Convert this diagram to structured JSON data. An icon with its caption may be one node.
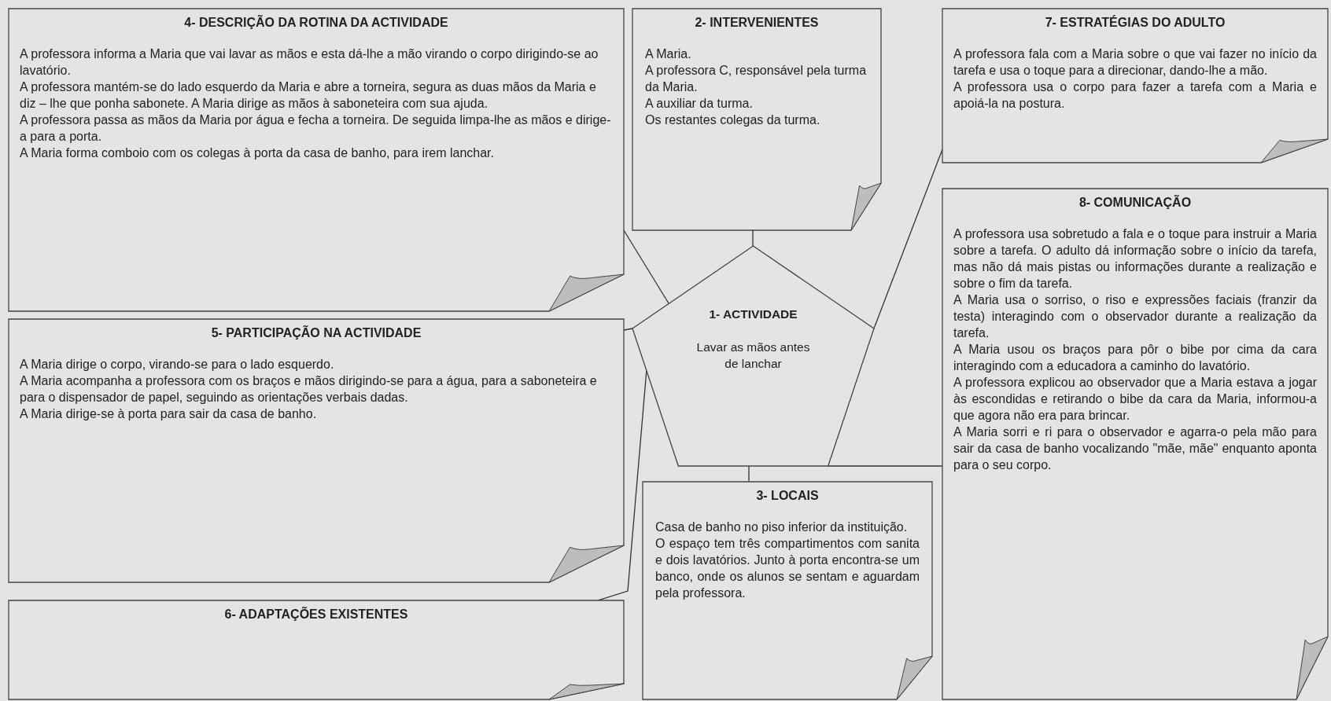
{
  "diagram": {
    "nodes": [
      {
        "text": [
          "1- ACTIVIDADE",
          "Lavar as mãos antes de lanchar"
        ]
      },
      {
        "text": [
          "2- INTERVENIENTES",
          "A Maria.",
          "A professora C, responsável pela turma da Maria.",
          "A auxiliar da turma.",
          "Os restantes colegas da turma."
        ]
      },
      {
        "text": [
          "3- LOCAIS",
          "Casa de banho no piso inferior da instituição.",
          "O espaço tem três compartimentos com sanita e dois lavatórios. Junto à porta encontra-se um banco, onde os alunos se sentam e aguardam pela professora."
        ]
      },
      {
        "text": [
          "4- DESCRIÇÃO DA ROTINA DA ACTIVIDADE",
          "A professora informa a Maria que vai lavar as mãos e esta dá-lhe a mão virando o corpo dirigindo-se ao lavatório.",
          "A professora mantém-se do lado esquerdo da Maria e abre a torneira, segura as duas mãos da Maria e diz – lhe que ponha sabonete. A Maria dirige as mãos à saboneteira com sua ajuda.",
          "A professora passa as mãos da Maria por água e fecha a torneira. De seguida limpa-lhe as mãos e dirige-a para a porta.",
          "A Maria forma comboio com os colegas à porta da casa de banho, para irem lanchar."
        ]
      },
      {
        "text": [
          "5- PARTICIPAÇÃO NA ACTIVIDADE",
          "A Maria dirige o corpo, virando-se para o lado esquerdo.",
          "A Maria acompanha a professora com os braços e mãos dirigindo-se para a água, para a saboneteira e para o dispensador de papel, seguindo as orientações verbais dadas.",
          "A Maria dirige-se à porta para sair da casa de banho."
        ]
      },
      {
        "text": [
          "6- ADAPTAÇÕES EXISTENTES"
        ]
      },
      {
        "text": [
          "7- ESTRATÉGIAS DO ADULTO",
          "A professora fala com a Maria sobre o que vai fazer no início da tarefa e usa o toque para a direcionar, dando-lhe a mão.",
          "A professora usa o corpo para fazer a tarefa com a Maria e apoiá-la na postura."
        ]
      },
      {
        "text": [
          "8- COMUNICAÇÃO",
          "A professora usa sobretudo a fala e o toque para instruir a Maria sobre a tarefa. O adulto dá informação sobre o início da tarefa, mas não dá mais pistas ou informações durante a realização e sobre o fim da tarefa.",
          "A Maria usa o sorriso, o riso e expressões faciais (franzir da testa) interagindo com o observador durante a realização da tarefa.",
          "A Maria usou os braços para pôr o bibe por cima da cara interagindo com a educadora a caminho do lavatório.",
          "A professora explicou ao observador que a Maria estava a jogar às escondidas e retirando o bibe da cara da Maria, informou-a que agora não era para brincar.",
          "A Maria sorri e ri para o observador e agarra-o pela mão para sair da casa de banho vocalizando \"mãe, mãe\" enquanto aponta para o seu corpo."
        ]
      }
    ],
    "edges": [
      {
        "from": 0,
        "to": 1,
        "arrow": "none"
      },
      {
        "from": 0,
        "to": 2,
        "arrow": "none"
      },
      {
        "from": 0,
        "to": 3,
        "arrow": "none"
      },
      {
        "from": 0,
        "to": 4,
        "arrow": "none"
      },
      {
        "from": 0,
        "to": 5,
        "arrow": "none"
      },
      {
        "from": 0,
        "to": 6,
        "arrow": "none"
      },
      {
        "from": 0,
        "to": 7,
        "arrow": "none"
      }
    ]
  }
}
